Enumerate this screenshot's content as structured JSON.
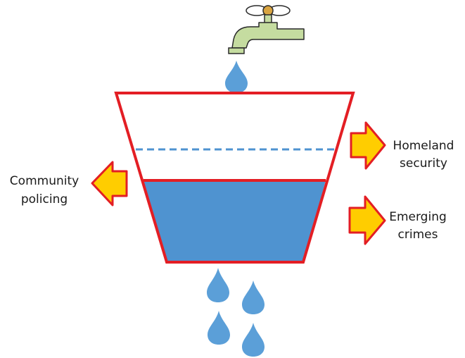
{
  "labels": {
    "left": [
      "Community",
      "policing"
    ],
    "right_top": [
      "Homeland",
      "security"
    ],
    "right_bottom": [
      "Emerging",
      "crimes"
    ]
  },
  "colors": {
    "bucket_outline": "#e31e24",
    "water": "#4f93d0",
    "drop": "#5b9fd8",
    "dashed_level": "#4f93d0",
    "arrow_fill": "#ffcd00",
    "arrow_outline": "#e31e24",
    "faucet": "#c5dca0",
    "faucet_outline": "#2a2a2a",
    "faucet_knob": "#d9a441",
    "text": "#1a1a1a"
  },
  "icons": {
    "faucet": "faucet-icon",
    "drop": "water-drop-icon",
    "arrow_left": "arrow-left-icon",
    "arrow_right": "arrow-right-icon"
  }
}
